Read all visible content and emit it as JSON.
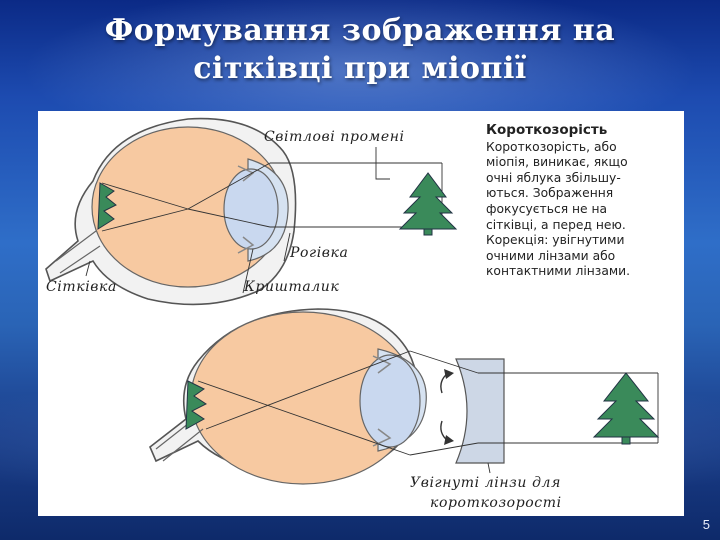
{
  "slide": {
    "title_line1": "Формування зображення на",
    "title_line2": "сітківці при міопії",
    "page_number": "5"
  },
  "diagram": {
    "labels": {
      "light_rays": "Світлові промені",
      "cornea": "Рогівка",
      "retina": "Сітківка",
      "lens": "Кришталик",
      "concave_lenses": [
        "Увігнуті лінзи для",
        "короткозорості"
      ]
    },
    "note": {
      "heading": "Короткозорість",
      "lines": [
        "Короткозорість, або",
        "міопія, виникає, якщо",
        "очні яблука збільшу-",
        "ються. Зображення",
        "фокусується не на",
        "сітківці, а перед нею.",
        "Корекція: увігнутими",
        "очними лінзами або",
        "контактними лінзами."
      ]
    },
    "colors": {
      "eyeball": "#f7c9a1",
      "cornea": "#d6e2f1",
      "lens": "#c9d8ef",
      "tree": "#3a8a5a",
      "concave_lens": "#cdd7e6"
    }
  }
}
